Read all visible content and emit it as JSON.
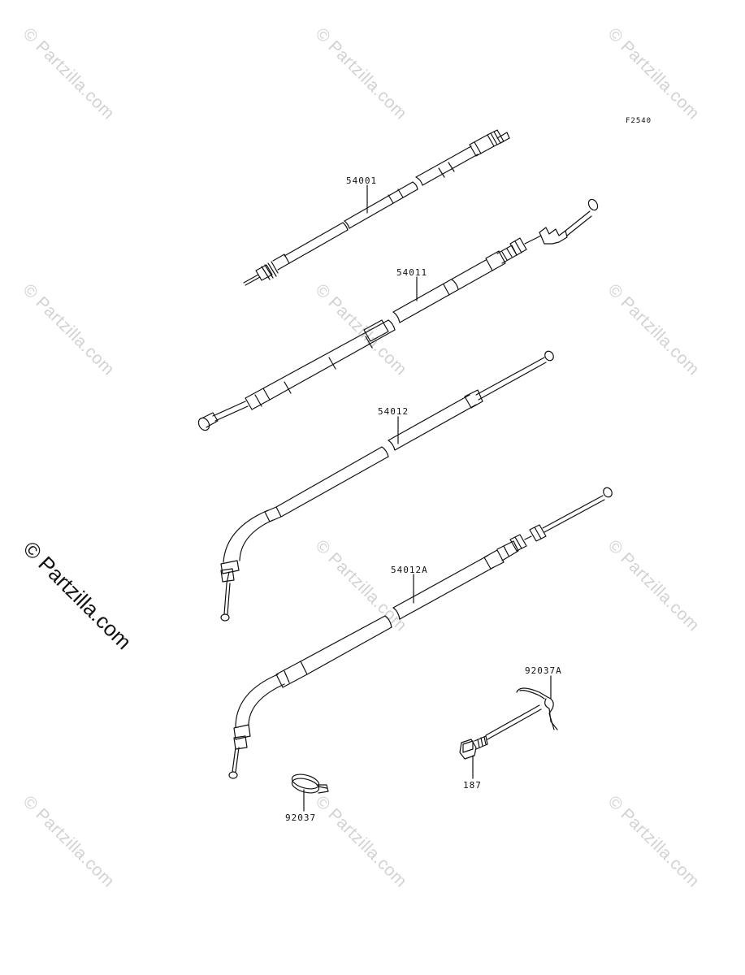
{
  "figure": {
    "code": "F2540"
  },
  "watermark": {
    "text": "© Partzilla.com",
    "faint_text": "© Partzilla.com"
  },
  "parts": {
    "speedometer_cable": {
      "number": "54001"
    },
    "clutch_cable": {
      "number": "54011"
    },
    "throttle_cable_a": {
      "number": "54012"
    },
    "throttle_cable_b": {
      "number": "54012A"
    },
    "clamp_b": {
      "number": "92037A"
    },
    "bolt": {
      "number": "187"
    },
    "clamp": {
      "number": "92037"
    }
  },
  "colors": {
    "line": "#111111",
    "watermark": "#d2d2d2",
    "background": "#ffffff"
  }
}
